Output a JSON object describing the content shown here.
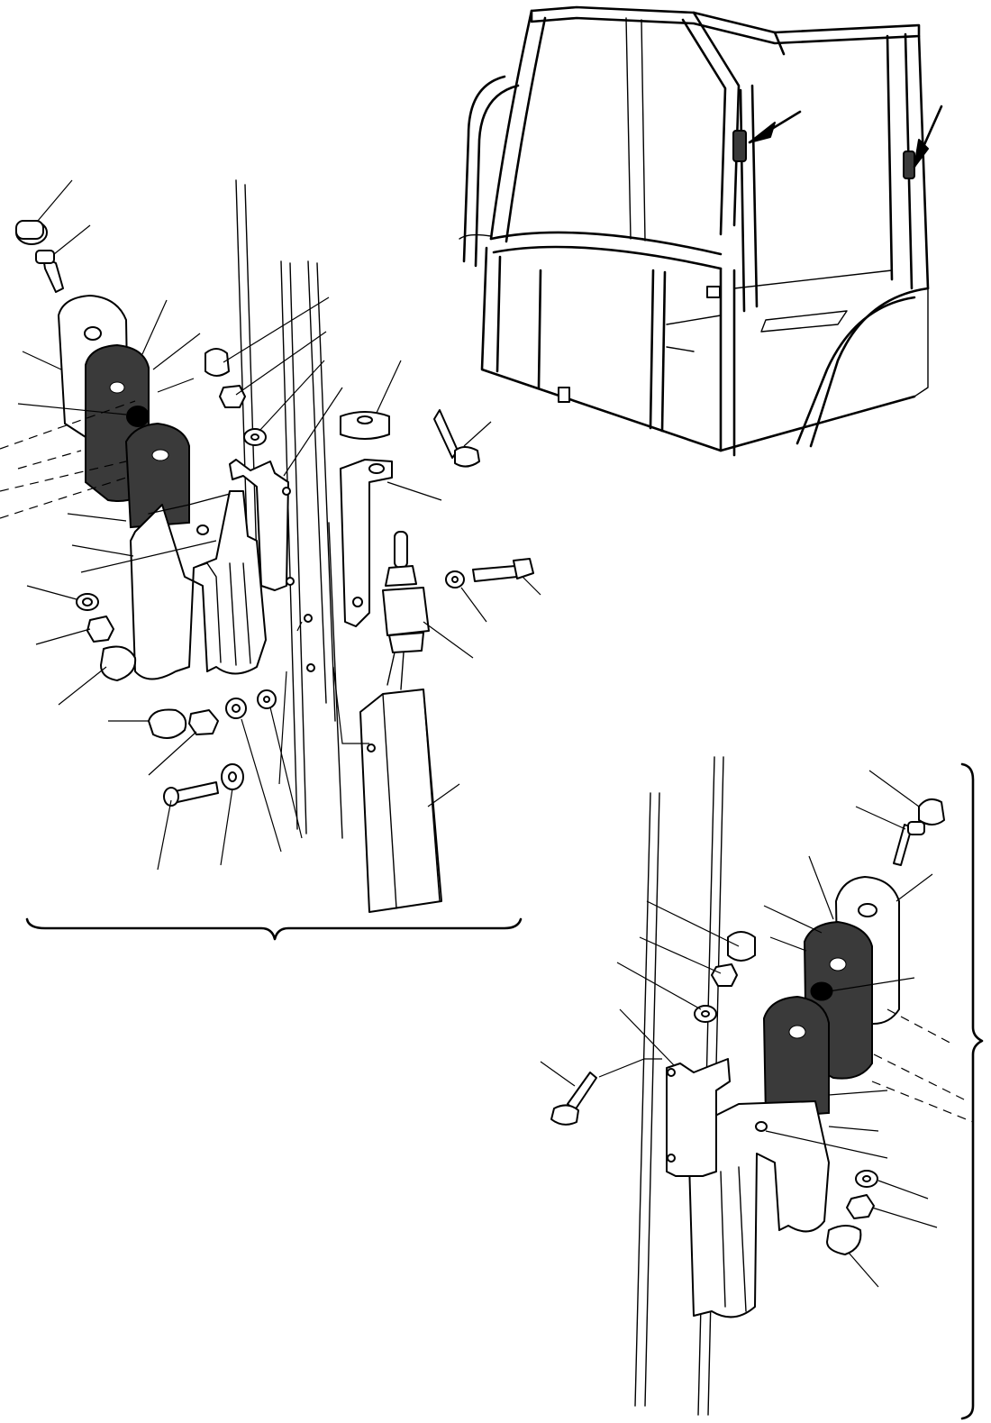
{
  "diagram": {
    "kind": "exploded parts illustration",
    "views": [
      {
        "id": "cab-overview",
        "description_icon": "cab-icon",
        "arrows": 2
      },
      {
        "id": "left-mount-exploded",
        "callout_leaders": 26
      },
      {
        "id": "right-mount-exploded",
        "callout_leaders": 15
      }
    ],
    "texts": []
  }
}
